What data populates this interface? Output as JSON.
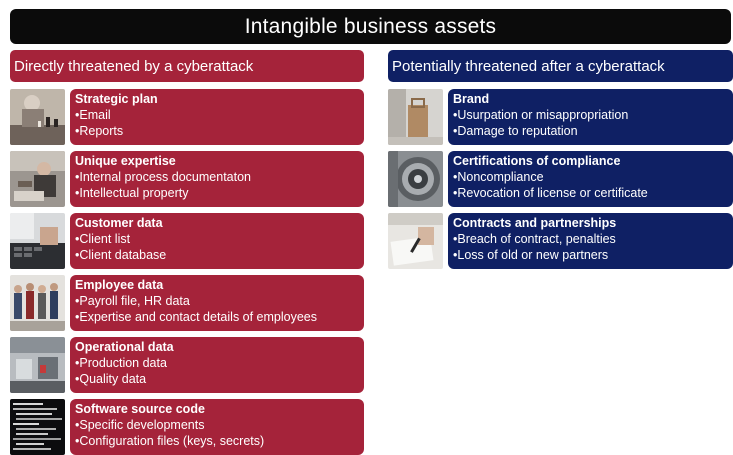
{
  "title": "Intangible business assets",
  "columns": {
    "left": {
      "header": "Directly threatened  by a cyberattack",
      "color": "#a5233a",
      "items": [
        {
          "title": "Strategic plan",
          "bullets": [
            "•Email",
            "•Reports"
          ],
          "image": "chess-photo"
        },
        {
          "title": "Unique expertise",
          "bullets": [
            "•Internal process documentaton",
            "•Intellectual property"
          ],
          "image": "workshop-photo"
        },
        {
          "title": "Customer data",
          "bullets": [
            "•Client list",
            "•Client database"
          ],
          "image": "keyboard-photo"
        },
        {
          "title": "Employee data",
          "bullets": [
            "•Payroll file, HR data",
            "•Expertise and contact details of employees"
          ],
          "image": "employees-photo"
        },
        {
          "title": "Operational data",
          "bullets": [
            "•Production data",
            "•Quality data"
          ],
          "image": "factory-photo"
        },
        {
          "title": "Software source code",
          "bullets": [
            "•Specific developments",
            "•Configuration files (keys, secrets)"
          ],
          "image": "source-code-photo"
        }
      ]
    },
    "right": {
      "header": "Potentially threatened  after a cyberattack",
      "color": "#0f2064",
      "items": [
        {
          "title": "Brand",
          "bullets": [
            "•Usurpation or misappropriation",
            "•Damage to reputation"
          ],
          "image": "paper-bag-photo"
        },
        {
          "title": "Certifications of compliance",
          "bullets": [
            "•Noncompliance",
            "•Revocation of license or certificate"
          ],
          "image": "machine-photo"
        },
        {
          "title": "Contracts and partnerships",
          "bullets": [
            "•Breach of contract, penalties",
            "•Loss of old or new partners"
          ],
          "image": "signing-photo"
        }
      ]
    }
  }
}
